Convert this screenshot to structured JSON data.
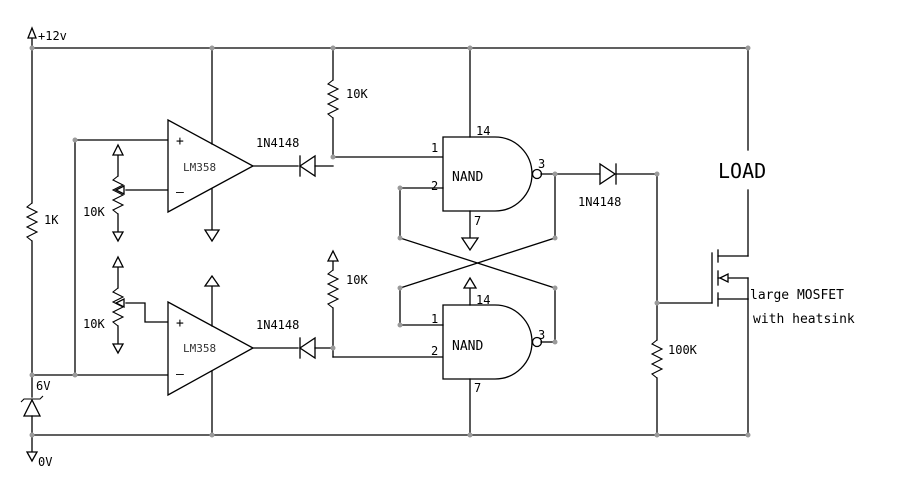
{
  "supply": {
    "positive": "+12v",
    "ground": "0V"
  },
  "zener": {
    "voltage": "6V"
  },
  "resistors": {
    "divider": "1K",
    "pot_top": "10K",
    "pot_bottom": "10K",
    "pullup_top": "10K",
    "pullup_bottom": "10K",
    "gate_pulldown": "100K"
  },
  "opamps": {
    "top": "LM358",
    "bottom": "LM358",
    "plus": "+",
    "minus": "–"
  },
  "diodes": {
    "top": "1N4148",
    "bottom": "1N4148",
    "output": "1N4148"
  },
  "gates": {
    "top": {
      "label": "NAND",
      "in1": "1",
      "in2": "2",
      "out": "3",
      "vcc": "14",
      "gnd": "7"
    },
    "bottom": {
      "label": "NAND",
      "in1": "1",
      "in2": "2",
      "out": "3",
      "vcc": "14",
      "gnd": "7"
    }
  },
  "load": {
    "label": "LOAD"
  },
  "mosfet": {
    "line1": "large MOSFET",
    "line2": "with heatsink"
  }
}
